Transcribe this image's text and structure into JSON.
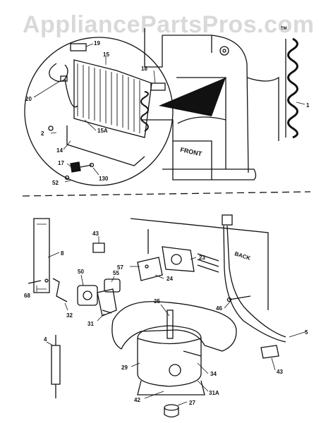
{
  "watermark": "AppliancePartsPros.com",
  "colors": {
    "line": "#111111",
    "watermark": "#d9d9d9",
    "background": "#ffffff"
  },
  "callouts": {
    "c19": "19",
    "c15": "15",
    "c18": "18",
    "c20": "20",
    "c15a": "15A",
    "c2": "2",
    "c14": "14",
    "c17": "17",
    "c130": "130",
    "c52": "52",
    "c1": "1",
    "front": "FRONT",
    "tm": "TM",
    "c8": "8",
    "c43a": "43",
    "c50": "50",
    "c55": "55",
    "c57": "57",
    "c23": "23",
    "c24": "24",
    "back": "BACK",
    "c68": "68",
    "c32": "32",
    "c31": "31",
    "c35": "35",
    "c46": "46",
    "c5": "5",
    "c4": "4",
    "c29": "29",
    "c34": "34",
    "c31a": "31A",
    "c43b": "43",
    "c42": "42",
    "c27": "27"
  }
}
